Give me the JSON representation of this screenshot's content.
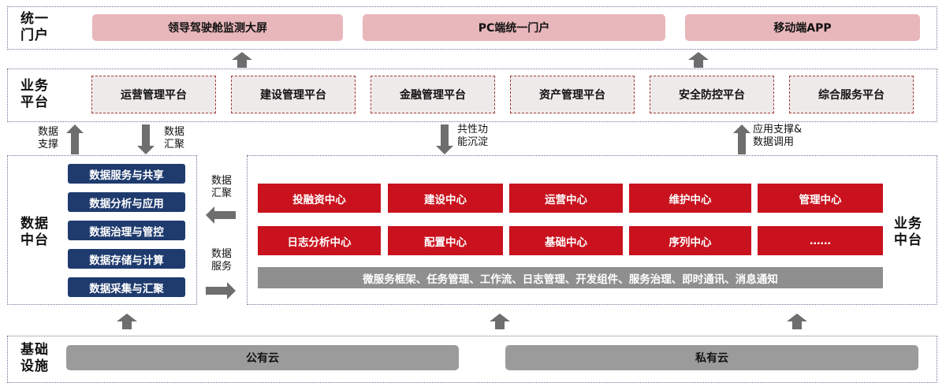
{
  "portal": {
    "label_line1": "统一",
    "label_line2": "门户",
    "items": [
      "领导驾驶舱监测大屏",
      "PC端统一门户",
      "移动端APP"
    ]
  },
  "business_platform": {
    "label_line1": "业务",
    "label_line2": "平台",
    "items": [
      "运营管理平台",
      "建设管理平台",
      "金融管理平台",
      "资产管理平台",
      "安全防控平台",
      "综合服务平台"
    ]
  },
  "data_middle": {
    "label_line1": "数据",
    "label_line2": "中台",
    "items": [
      "数据服务与共享",
      "数据分析与应用",
      "数据治理与管控",
      "数据存储与计算",
      "数据采集与汇聚"
    ]
  },
  "business_middle": {
    "label_line1": "业务",
    "label_line2": "中台",
    "row1": [
      "投融资中心",
      "建设中心",
      "运营中心",
      "维护中心",
      "管理中心"
    ],
    "row2": [
      "日志分析中心",
      "配置中心",
      "基础中心",
      "序列中心",
      "……"
    ],
    "framework": "微服务框架、任务管理、工作流、日志管理、开发组件、服务治理、即时通讯、消息通知"
  },
  "infrastructure": {
    "label_line1": "基础",
    "label_line2": "设施",
    "items": [
      "公有云",
      "私有云"
    ]
  },
  "annotations": {
    "data_support": [
      "数据",
      "支撑"
    ],
    "data_gather_top": [
      "数据",
      "汇聚"
    ],
    "common_function": [
      "共性功",
      "能沉淀"
    ],
    "app_support": [
      "应用支撑&",
      "数据调用"
    ],
    "data_gather_mid": [
      "数据",
      "汇聚"
    ],
    "data_service": [
      "数据",
      "服务"
    ]
  },
  "colors": {
    "portal_fill": "#e8b7bb",
    "data_block": "#1f3b6e",
    "center_block": "#c9121e",
    "arrow": "#6e6e6e"
  }
}
